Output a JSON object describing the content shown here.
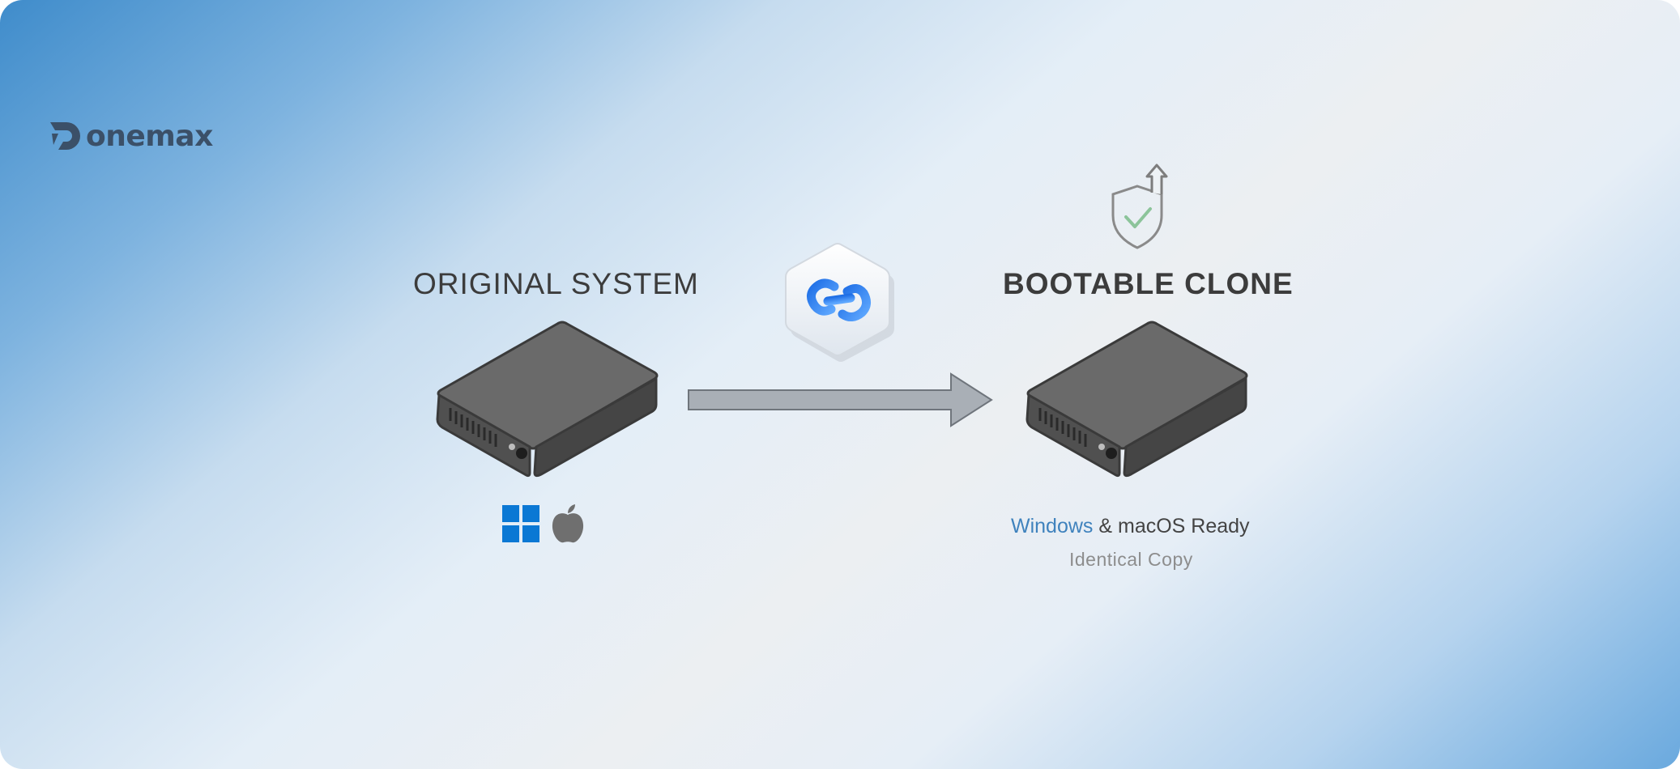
{
  "brand": {
    "name": "onemax"
  },
  "diagram": {
    "source": {
      "title": "ORIGINAL SYSTEM"
    },
    "target": {
      "title": "BOOTABLE CLONE",
      "ready": {
        "windows": "Windows",
        "rest": " & macOS Ready"
      },
      "subtitle": "Identical Copy"
    }
  },
  "icons": {
    "logo": "donemax-logo-icon",
    "source_drive": "hard-drive-icon",
    "target_drive": "hard-drive-icon",
    "arrow": "arrow-right-icon",
    "app": "infinity-link-icon",
    "shield": "shield-check-icon",
    "windows": "windows-icon",
    "apple": "apple-icon"
  },
  "colors": {
    "windows_blue": "#0a78d4",
    "apple_gray": "#6f6f6f",
    "drive_body": "#555555",
    "check_green": "#8cc49a",
    "text_dark": "#3c3c3c",
    "windows_text": "#3f82bd"
  }
}
